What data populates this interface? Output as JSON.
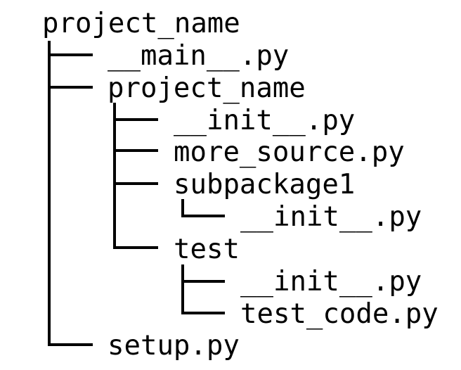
{
  "tree": {
    "root": "project_name",
    "main_file": "__main__.py",
    "package_dir": "project_name",
    "package_init": "__init__.py",
    "more_source": "more_source.py",
    "subpackage": "subpackage1",
    "subpackage_init": "__init__.py",
    "test_dir": "test",
    "test_init": "__init__.py",
    "test_code": "test_code.py",
    "setup_file": "setup.py"
  },
  "colors": {
    "background": "#ffffff",
    "text": "#000000",
    "lines": "#000000"
  }
}
